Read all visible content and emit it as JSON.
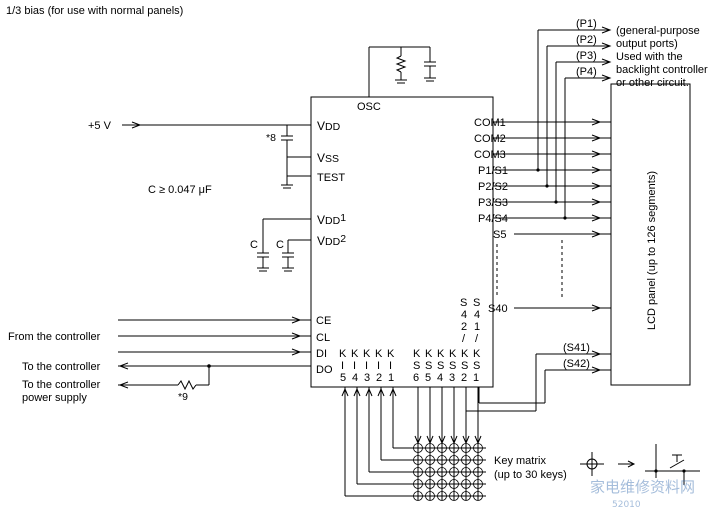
{
  "title": "1/3 bias (for use with normal panels)",
  "power": {
    "supply": "+5 V",
    "note8": "*8",
    "cap_note": "C ≥ 0.047 μF",
    "note9": "*9"
  },
  "chip": {
    "osc": "OSC",
    "vdd": "V",
    "vdd_sub": "DD",
    "vss": "V",
    "vss_sub": "SS",
    "test": "TEST",
    "vdd1": "V",
    "vdd1_sub": "DD",
    "vdd1_num": "1",
    "vdd2": "V",
    "vdd2_sub": "DD",
    "vdd2_num": "2",
    "ce": "CE",
    "cl": "CL",
    "di": "DI",
    "do": "DO",
    "com1": "COM1",
    "com2": "COM2",
    "com3": "COM3",
    "p1s1": "P1/S1",
    "p2s2": "P2/S2",
    "p3s3": "P3/S3",
    "p4s4": "P4/S4",
    "s5": "S5",
    "s40": "S40",
    "ki": [
      "K",
      "K",
      "K",
      "K",
      "K"
    ],
    "ki2": [
      "I",
      "I",
      "I",
      "I",
      "I"
    ],
    "ki3": [
      "5",
      "4",
      "3",
      "2",
      "1"
    ],
    "ks1": [
      "K",
      "K",
      "K",
      "K",
      "K",
      "K"
    ],
    "ks2": [
      "S",
      "S",
      "S",
      "S",
      "S",
      "S"
    ],
    "ks3": [
      "6",
      "5",
      "4",
      "3",
      "2",
      "1"
    ],
    "s42a": [
      "S",
      "4",
      "2",
      "/"
    ],
    "s41a": [
      "S",
      "4",
      "1",
      "/"
    ]
  },
  "caps": {
    "c1": "C",
    "c2": "C"
  },
  "ports": {
    "p1": "(P1)",
    "p2": "(P2)",
    "p3": "(P3)",
    "p4": "(P4)",
    "s41": "(S41)",
    "s42": "(S42)",
    "desc1": "(general-purpose",
    "desc2": "output ports)",
    "desc3": "Used with the",
    "desc4": "backlight controller",
    "desc5": "or other circuit."
  },
  "signals": {
    "from_controller": "From the controller",
    "to_controller": "To the controller",
    "to_controller_ps1": "To the controller",
    "to_controller_ps2": "power supply"
  },
  "lcd": {
    "label": "LCD panel (up to 126 segments)"
  },
  "keymatrix": {
    "line1": "Key matrix",
    "line2": "(up to 30 keys)"
  },
  "watermark": {
    "text": "家电维修资料网",
    "url": "52010"
  }
}
